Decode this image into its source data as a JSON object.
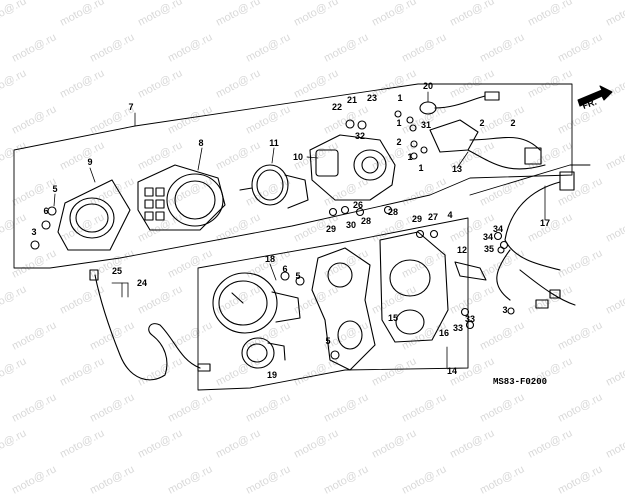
{
  "watermark": "moto@.ru",
  "diagram_code": "MS83-F0200",
  "front_arrow": "FR.",
  "callouts": {
    "c1": "1",
    "c2": "2",
    "c3": "3",
    "c4": "4",
    "c5": "5",
    "c6": "6",
    "c7": "7",
    "c8": "8",
    "c9": "9",
    "c10": "10",
    "c11": "11",
    "c12": "12",
    "c13": "13",
    "c14": "14",
    "c15": "15",
    "c16": "16",
    "c17": "17",
    "c18": "18",
    "c19": "19",
    "c20": "20",
    "c21": "21",
    "c22": "22",
    "c23": "23",
    "c24": "24",
    "c25": "25",
    "c26": "26",
    "c27": "27",
    "c28": "28",
    "c29": "29",
    "c30": "30",
    "c31": "31",
    "c32": "32",
    "c33": "33",
    "c34": "34",
    "c35": "35"
  },
  "colors": {
    "line": "#000000",
    "watermark": "#d9d9d9",
    "background": "#ffffff"
  }
}
